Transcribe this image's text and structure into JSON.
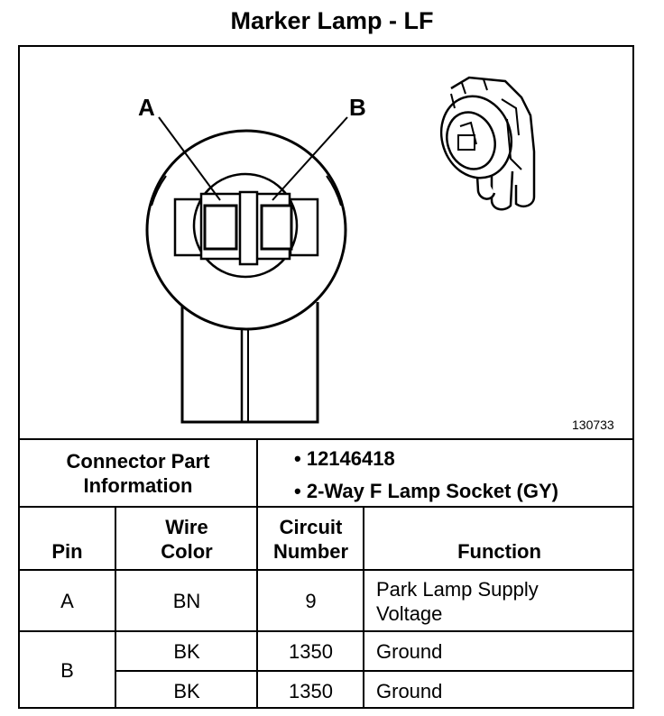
{
  "title": "Marker Lamp - LF",
  "figure": {
    "pin_labels": [
      "A",
      "B"
    ],
    "reference_number": "130733"
  },
  "connector_info": {
    "label": "Connector Part Information",
    "items": [
      "12146418",
      "2-Way F Lamp Socket (GY)"
    ]
  },
  "table": {
    "headers": [
      "Pin",
      "Wire Color",
      "Circuit Number",
      "Function"
    ],
    "rows": [
      {
        "pin": "A",
        "wire_color": "BN",
        "circuit": "9",
        "function": "Park Lamp Supply Voltage"
      },
      {
        "pin": "B",
        "wire_color": "BK",
        "circuit": "1350",
        "function": "Ground"
      },
      {
        "pin": "",
        "wire_color": "BK",
        "circuit": "1350",
        "function": "Ground"
      }
    ]
  }
}
